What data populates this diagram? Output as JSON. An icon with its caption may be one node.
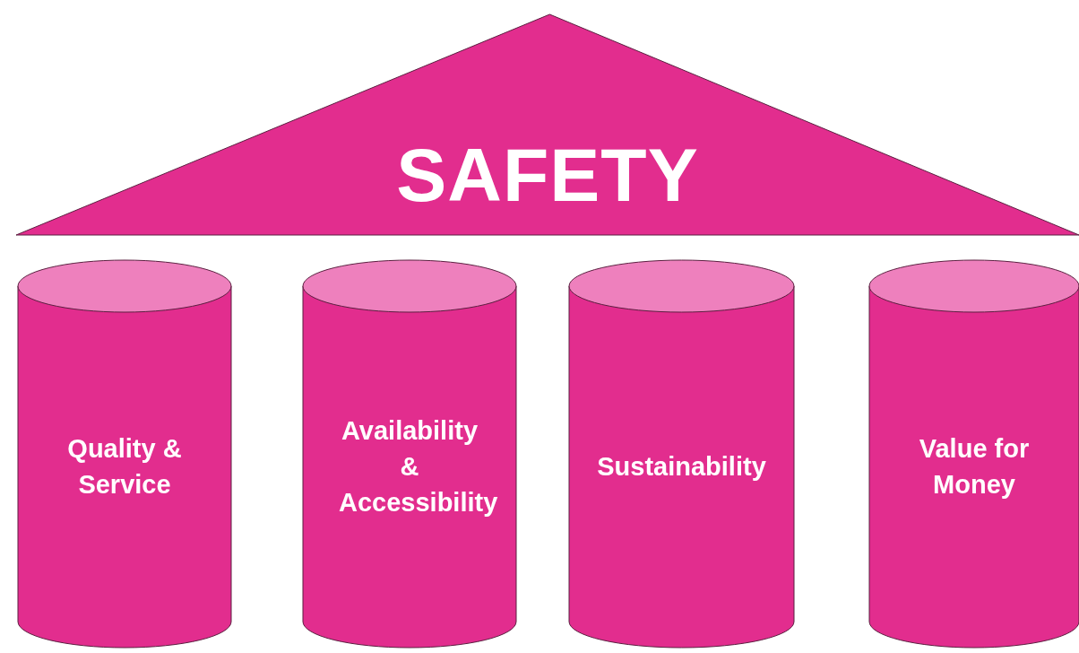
{
  "diagram": {
    "nodes": [
      {
        "text": [
          "SAFETY"
        ]
      },
      {
        "text": [
          "Quality & Service"
        ]
      },
      {
        "text": [
          "Availability & Accessibility"
        ]
      },
      {
        "text": [
          "Sustainability"
        ]
      },
      {
        "text": [
          "Value for Money"
        ]
      }
    ]
  }
}
